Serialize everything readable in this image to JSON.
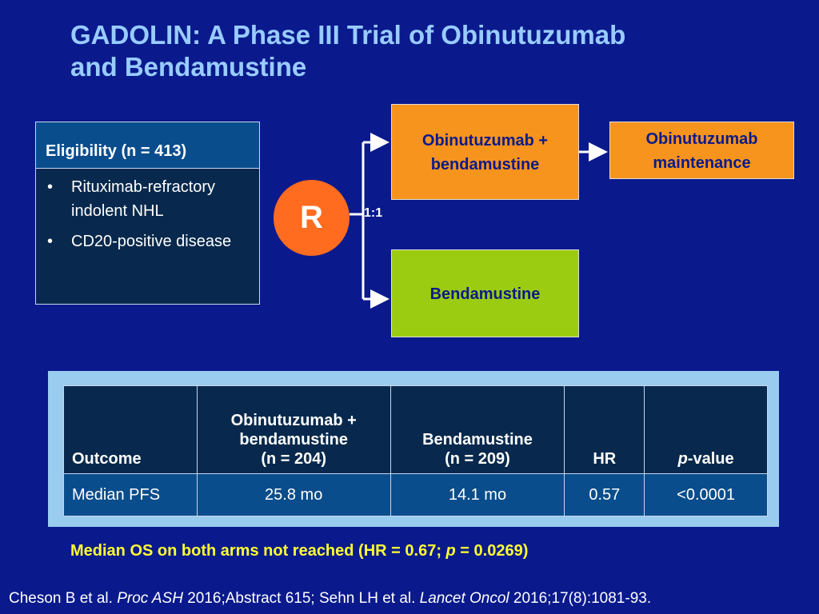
{
  "title": {
    "line1": "GADOLIN: A Phase III Trial of Obinutuzumab",
    "line2": "and Bendamustine"
  },
  "eligibility": {
    "heading": "Eligibility (n = 413)",
    "bullets": [
      "Rituximab-refractory indolent NHL",
      "CD20-positive disease"
    ]
  },
  "randomization": {
    "label": "R",
    "ratio": "1:1"
  },
  "arms": {
    "combo": "Obinutuzumab + bendamustine",
    "maintenance": "Obinutuzumab maintenance",
    "benda": "Bendamustine"
  },
  "table": {
    "headers": {
      "outcome": "Outcome",
      "combo_l1": "Obinutuzumab +",
      "combo_l2": "bendamustine",
      "combo_l3": "(n = 204)",
      "benda_l1": "Bendamustine",
      "benda_l2": "(n = 209)",
      "hr": "HR",
      "p_italic": "p",
      "p_rest": "-value"
    },
    "rows": [
      {
        "outcome": "Median PFS",
        "combo": "25.8 mo",
        "benda": "14.1 mo",
        "hr": "0.57",
        "p": "<0.0001"
      }
    ]
  },
  "note": {
    "part1": "Median OS on both arms not reached (HR = 0.67; ",
    "p_italic": "p",
    "part2": " = 0.0269)"
  },
  "citation": {
    "a": "Cheson B et al. ",
    "journal1": "Proc ASH",
    "b": " 2016;Abstract 615; Sehn LH et al. ",
    "journal2": "Lancet Oncol",
    "c": " 2016;17(8):1081-93."
  },
  "colors": {
    "background": "#0a1a8c",
    "title": "#99ccff",
    "orange": "#f7941d",
    "green": "#9ccc11",
    "circle": "#ff6b1f",
    "note": "#ffff33"
  }
}
